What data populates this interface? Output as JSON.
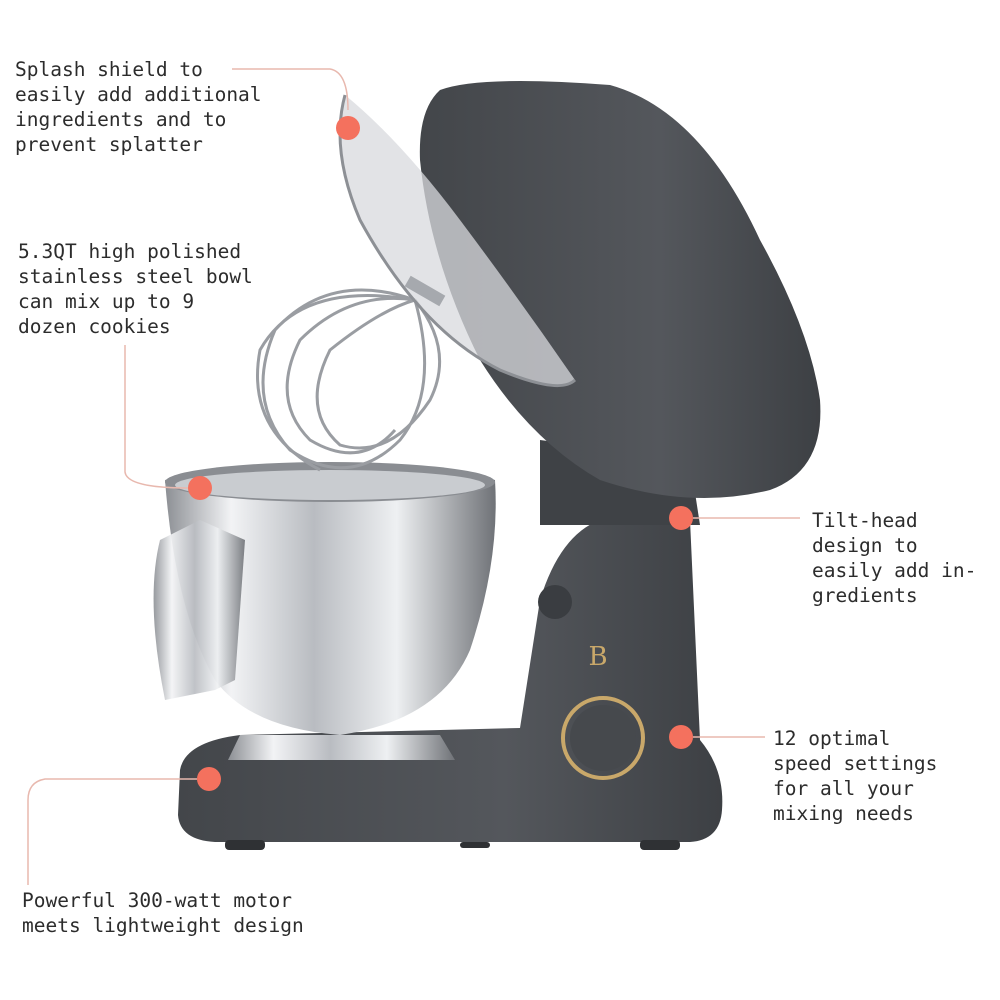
{
  "callouts": [
    {
      "lines": [
        "Splash shield to",
        "easily add additional",
        "ingredients and to",
        "prevent splatter"
      ]
    },
    {
      "lines": [
        "5.3QT high polished",
        "stainless steel bowl",
        "can mix up to 9",
        "dozen cookies"
      ]
    },
    {
      "lines": [
        "Tilt-head",
        "design to",
        "easily add in-",
        "gredients"
      ]
    },
    {
      "lines": [
        "12 optimal",
        "speed settings",
        "for all your",
        "mixing needs"
      ]
    },
    {
      "lines": [
        "Powerful 300-watt motor",
        "meets lightweight design"
      ]
    }
  ],
  "brand_logo": "B",
  "colors": {
    "dot": "#f4715e",
    "leader": "#e8b8ae",
    "body": "#4b4e52",
    "text": "#2c2c2c",
    "knob_ring": "#c9a86a"
  }
}
